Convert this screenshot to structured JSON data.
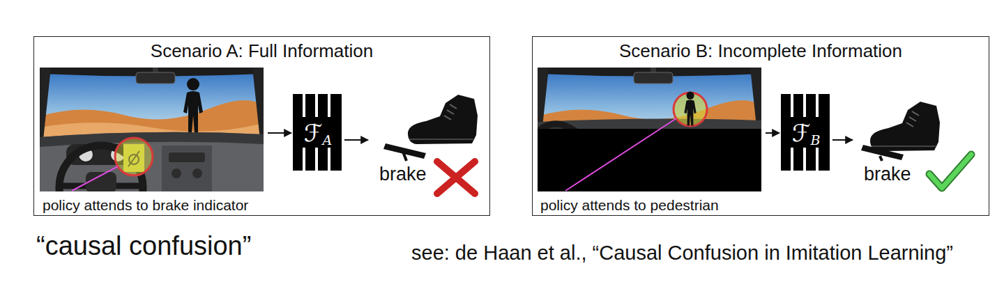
{
  "diagram": {
    "nodes": [
      {
        "text": [
          "Scenario A: Full Information"
        ]
      },
      {
        "text": [
          "policy attends to brake indicator"
        ],
        "in": 0
      },
      {
        "text": [
          "ℱ",
          "A"
        ],
        "in": 0
      },
      {
        "text": [
          "brake"
        ],
        "in": 0
      },
      {
        "text": [
          "Scenario B: Incomplete Information"
        ]
      },
      {
        "text": [
          "policy attends to pedestrian"
        ],
        "in": 4
      },
      {
        "text": [
          "ℱ",
          "B"
        ],
        "in": 4
      },
      {
        "text": [
          "brake"
        ],
        "in": 4
      }
    ],
    "edges": [
      {
        "from": 1,
        "to": 2,
        "arrow": "to"
      },
      {
        "from": 2,
        "to": 3,
        "arrow": "to"
      },
      {
        "from": 5,
        "to": 6,
        "arrow": "to"
      },
      {
        "from": 6,
        "to": 7,
        "arrow": "to"
      }
    ],
    "labels": [
      "“causal confusion”",
      "see: de Haan et al., “Causal Confusion in Imitation Learning”"
    ]
  }
}
